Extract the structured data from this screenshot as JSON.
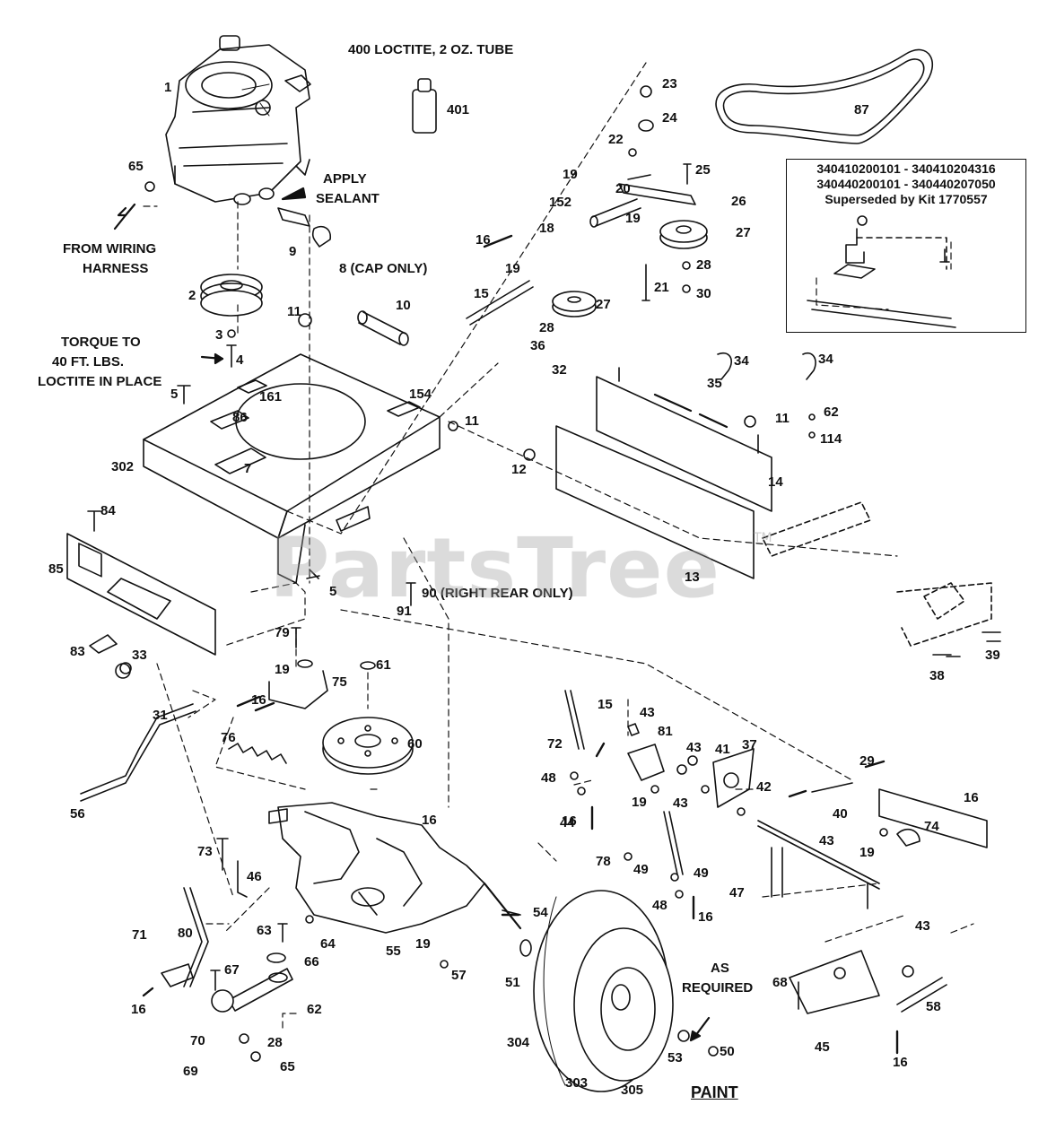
{
  "notes": {
    "loctite": "400  LOCTITE, 2 OZ. TUBE",
    "apply_sealant_1": "APPLY",
    "apply_sealant_2": "SEALANT",
    "wiring_1": "FROM WIRING",
    "wiring_2": "HARNESS",
    "cap_only": "8 (CAP ONLY)",
    "torque_1": "TORQUE TO",
    "torque_2": "40 FT. LBS.",
    "torque_3": "LOCTITE IN PLACE",
    "right_rear": "90 (RIGHT REAR ONLY)",
    "as_required_1": "AS",
    "as_required_2": "REQUIRED",
    "paint": "PAINT"
  },
  "kit_box": {
    "line1": "340410200101 - 340410204316",
    "line2": "340440200101 - 340440207050",
    "line3": "Superseded by Kit 1770557"
  },
  "watermark": {
    "text": "PartsTree",
    "tm": "TM"
  },
  "labels": [
    "1",
    "401",
    "23",
    "24",
    "87",
    "65",
    "22",
    "25",
    "19",
    "152",
    "20",
    "26",
    "16",
    "18",
    "19",
    "27",
    "9",
    "19",
    "28",
    "15",
    "21",
    "2",
    "10",
    "30",
    "11",
    "27",
    "3",
    "4",
    "28",
    "36",
    "32",
    "34",
    "34",
    "5",
    "161",
    "154",
    "86",
    "35",
    "11",
    "62",
    "114",
    "11",
    "302",
    "7",
    "12",
    "14",
    "84",
    "85",
    "13",
    "5",
    "91",
    "83",
    "79",
    "33",
    "39",
    "38",
    "19",
    "61",
    "16",
    "75",
    "31",
    "76",
    "60",
    "15",
    "43",
    "72",
    "81",
    "43",
    "41",
    "16",
    "49",
    "48",
    "19",
    "37",
    "43",
    "42",
    "40",
    "16",
    "29",
    "56",
    "16",
    "44",
    "74",
    "73",
    "46",
    "43",
    "19",
    "78",
    "49",
    "47",
    "48",
    "16",
    "63",
    "54",
    "64",
    "55",
    "19",
    "71",
    "80",
    "57",
    "67",
    "66",
    "51",
    "68",
    "62",
    "43",
    "58",
    "16",
    "70",
    "28",
    "69",
    "65",
    "304",
    "53",
    "50",
    "45",
    "16",
    "303",
    "305"
  ]
}
